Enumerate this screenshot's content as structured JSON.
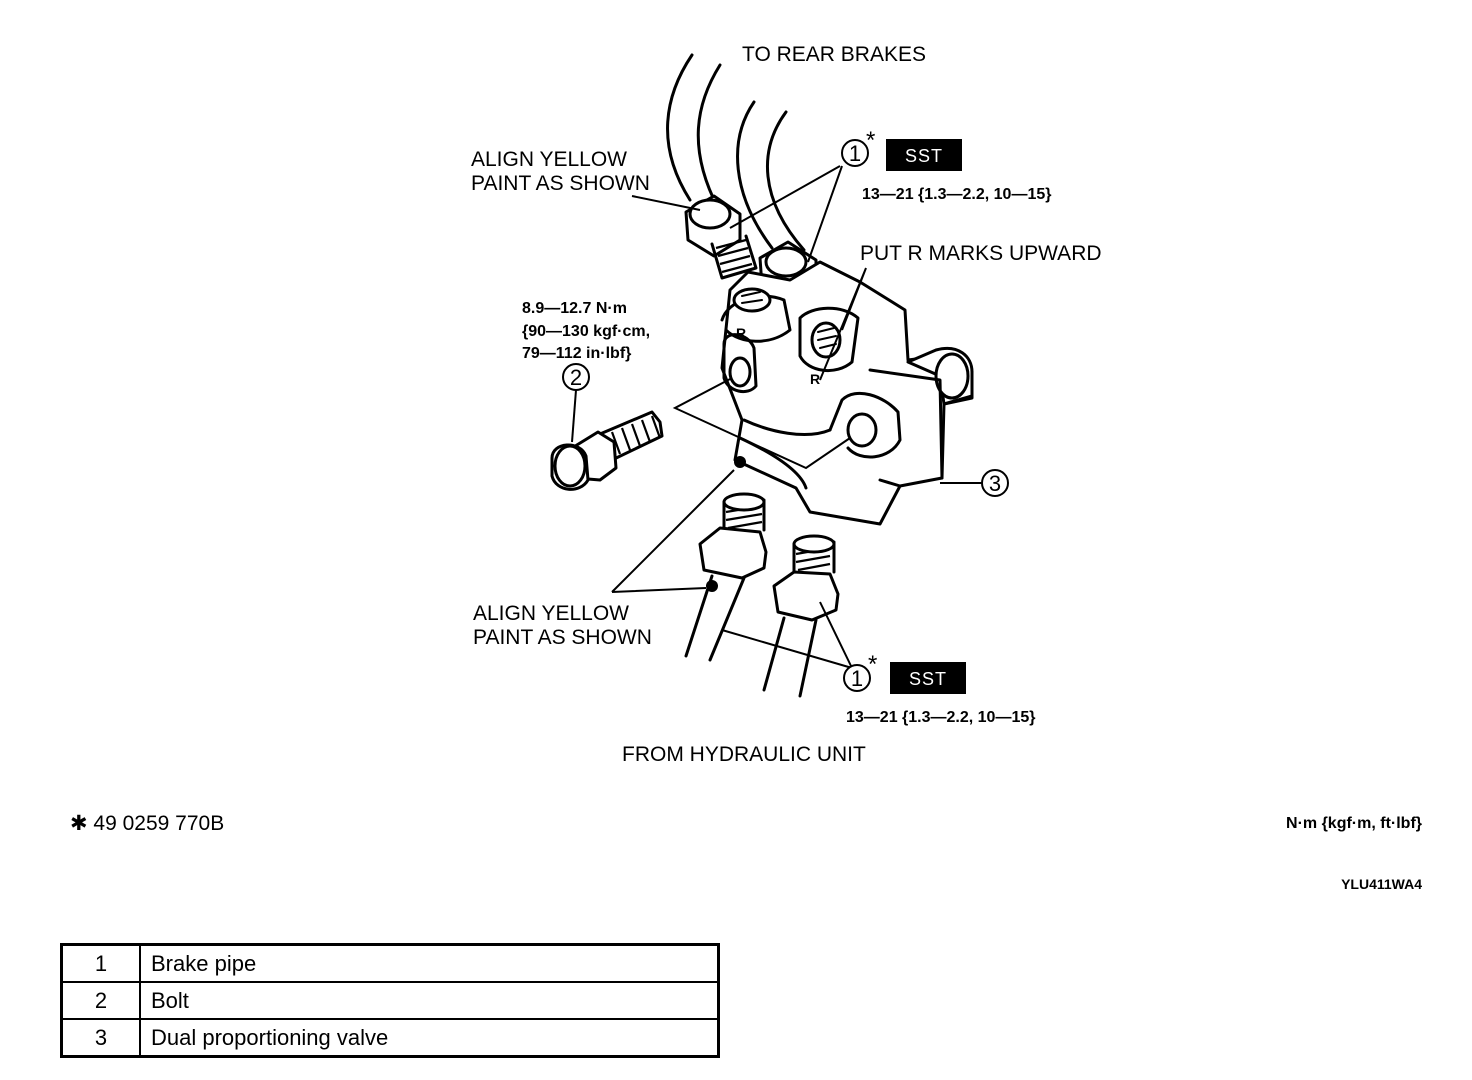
{
  "labels": {
    "to_rear": "TO REAR BRAKES",
    "align_top_1": "ALIGN YELLOW",
    "align_top_2": "PAINT AS SHOWN",
    "put_r": "PUT R MARKS UPWARD",
    "torque_bolt_1": "8.9—12.7 N·m",
    "torque_bolt_2": "{90—130 kgf·cm,",
    "torque_bolt_3": "79—112 in·lbf}",
    "torque_top": "13—21 {1.3—2.2, 10—15}",
    "torque_bottom": "13—21 {1.3—2.2, 10—15}",
    "align_bot_1": "ALIGN YELLOW",
    "align_bot_2": "PAINT AS SHOWN",
    "from_hyd": "FROM HYDRAULIC UNIT",
    "sst_note": "✱ 49 0259 770B",
    "units": "N·m {kgf·m, ft·lbf}",
    "figure_code": "YLU411WA4",
    "sst": "SST",
    "asterisk": "*",
    "callout_1": "1",
    "callout_2": "2",
    "callout_3": "3"
  },
  "parts_table": [
    {
      "no": "1",
      "name": "Brake pipe"
    },
    {
      "no": "2",
      "name": "Bolt"
    },
    {
      "no": "3",
      "name": "Dual proportioning valve"
    }
  ]
}
